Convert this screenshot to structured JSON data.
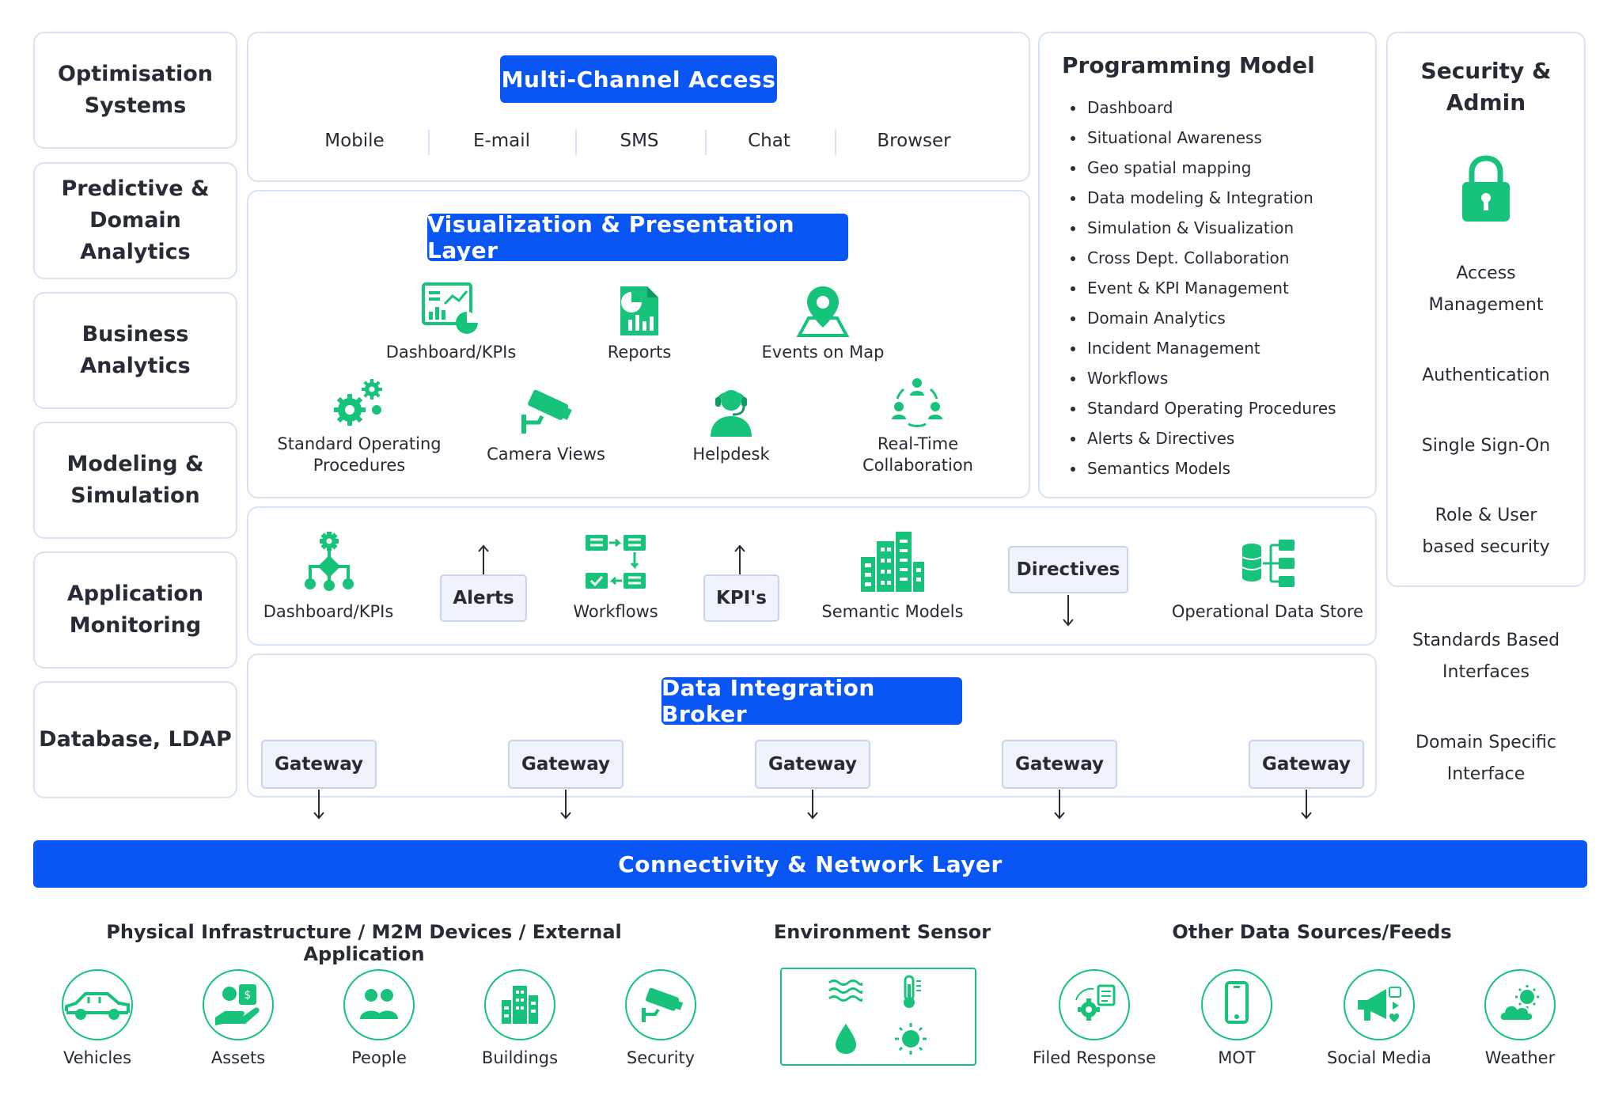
{
  "left_layers": [
    "Optimisation\nSystems",
    "Predictive &\nDomain\nAnalytics",
    "Business\nAnalytics",
    "Modeling &\nSimulation",
    "Application\nMonitoring",
    "Database, LDAP"
  ],
  "multichannel": {
    "title": "Multi-Channel Access",
    "channels": [
      "Mobile",
      "E-mail",
      "SMS",
      "Chat",
      "Browser"
    ]
  },
  "visualization": {
    "title": "Visualization & Presentation Layer",
    "items": [
      {
        "label": "Dashboard/KPIs",
        "icon": "dashboard-kpi-icon"
      },
      {
        "label": "Reports",
        "icon": "reports-icon"
      },
      {
        "label": "Events on Map",
        "icon": "map-pin-icon"
      },
      {
        "label": "Standard Operating\nProcedures",
        "icon": "gears-icon"
      },
      {
        "label": "Camera Views",
        "icon": "cctv-camera-icon"
      },
      {
        "label": "Helpdesk",
        "icon": "helpdesk-icon"
      },
      {
        "label": "Real-Time\nCollaboration",
        "icon": "collaboration-icon"
      }
    ]
  },
  "programming": {
    "title": "Programming Model",
    "items": [
      "Dashboard",
      "Situational Awareness",
      "Geo spatial mapping",
      "Data modeling & Integration",
      "Simulation & Visualization",
      "Cross Dept. Collaboration",
      "Event & KPI Management",
      "Domain Analytics",
      "Incident Management",
      "Workflows",
      "Standard Operating Procedures",
      "Alerts & Directives",
      "Semantics Models"
    ]
  },
  "security": {
    "title": "Security &\nAdmin",
    "items": [
      "Access\nManagement",
      "Authentication",
      "Single Sign-On",
      "Role & User\nbased security"
    ],
    "extra": [
      "Standards Based\nInterfaces",
      "Domain Specific\nInterface"
    ]
  },
  "middle": {
    "dashboard": "Dashboard/KPIs",
    "alerts": "Alerts",
    "workflows": "Workflows",
    "kpis": "KPI's",
    "semantic": "Semantic Models",
    "directives": "Directives",
    "ods": "Operational Data Store"
  },
  "broker": {
    "title": "Data Integration Broker",
    "gateways": [
      "Gateway",
      "Gateway",
      "Gateway",
      "Gateway",
      "Gateway"
    ]
  },
  "network": {
    "title": "Connectivity & Network Layer"
  },
  "bottom": {
    "physical_title": "Physical Infrastructure / M2M Devices / External Application",
    "physical": [
      "Vehicles",
      "Assets",
      "People",
      "Buildings",
      "Security"
    ],
    "env_title": "Environment Sensor",
    "other_title": "Other Data Sources/Feeds",
    "other": [
      "Filed Response",
      "MOT",
      "Social Media",
      "Weather"
    ]
  },
  "colors": {
    "accent": "#0a56f5",
    "icon_green": "#17c37b",
    "border": "#d8e3f3"
  }
}
